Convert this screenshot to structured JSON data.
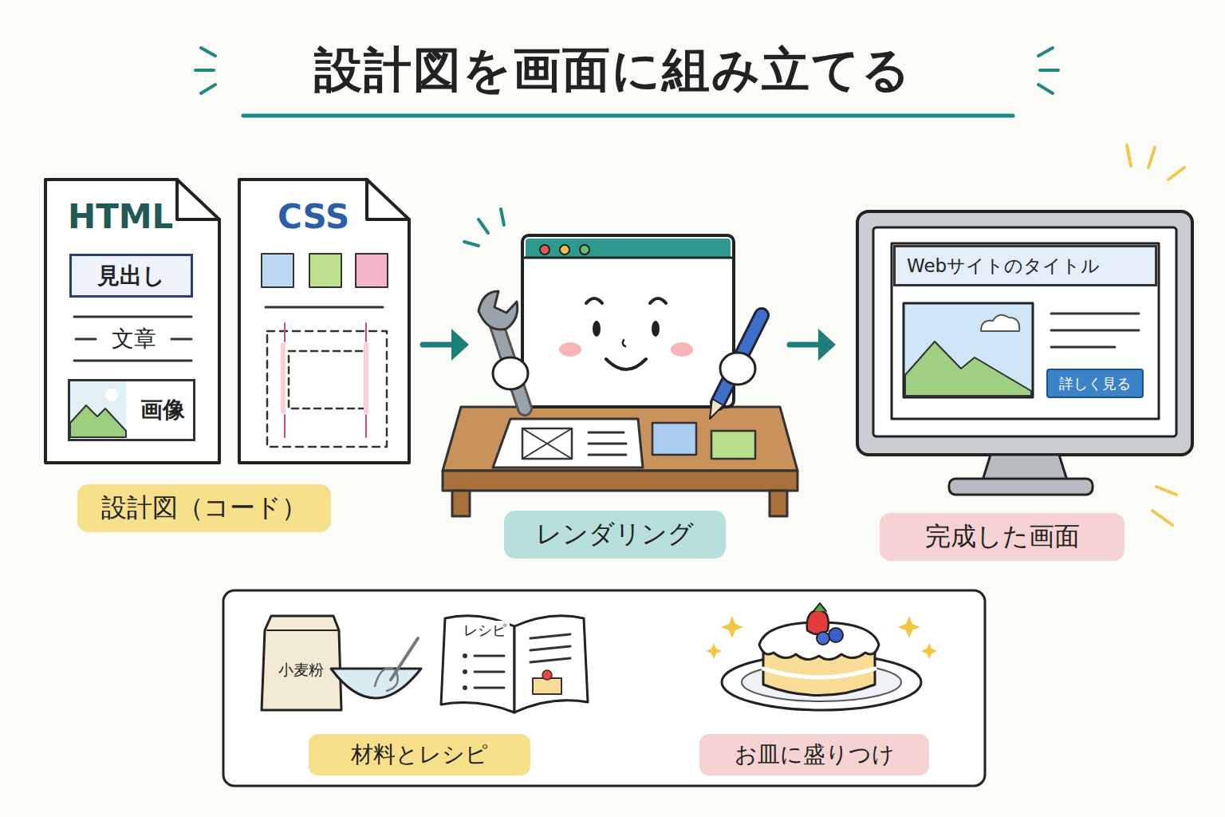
{
  "diagram": {
    "title": "設計図を画面に組み立てる",
    "nodes": [
      {
        "text": [
          "HTML"
        ]
      },
      {
        "text": [
          "見出し"
        ],
        "in": 0
      },
      {
        "text": [
          "画像"
        ],
        "in": 0
      },
      {
        "text": [
          "CSS"
        ]
      },
      {
        "text": [
          "設計図（コード）"
        ]
      },
      {
        "text": [
          "レンダリング"
        ]
      },
      {
        "text": [
          "Webサイトのタイトル"
        ]
      },
      {
        "text": [
          "詳しく見る"
        ]
      },
      {
        "text": [
          "完成した画面"
        ]
      },
      {
        "text": [
          "材料とレシピ"
        ]
      },
      {
        "text": [
          "お皿に盛りつけ"
        ]
      }
    ],
    "labels": [
      "文章",
      "小麦粉",
      "レシピ"
    ]
  }
}
